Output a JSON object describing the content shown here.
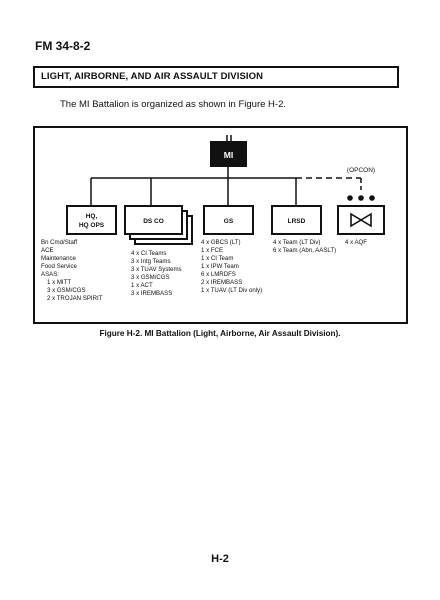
{
  "header": {
    "doc_id": "FM 34-8-2"
  },
  "section": {
    "title": "LIGHT, AIRBORNE, AND AIR ASSAULT DIVISION"
  },
  "intro": "The MI Battalion is organized as shown in Figure H-2.",
  "figure": {
    "top_unit": "MI",
    "opcon_label": "(OPCON)",
    "units": [
      {
        "label_lines": [
          "HQ,",
          "HQ OPS"
        ],
        "details": [
          "Bn Cmd/Staff",
          "ACE",
          "Maintenance",
          "Food Service",
          "ASAS:",
          "  1 x MITT",
          "  3 x GSM/CGS",
          "  2 x TROJAN SPIRIT"
        ]
      },
      {
        "label_lines": [
          "DS CO"
        ],
        "details": [
          "4 x CI Teams",
          "3 x Intg Teams",
          "3 x TUAV Systems",
          "3 x GSM/CGS",
          "1 x ACT",
          "3 x IREMBASS"
        ]
      },
      {
        "label_lines": [
          "GS"
        ],
        "details": [
          "4 x GBCS (LT)",
          "1 x FCE",
          "1 x CI Team",
          "1 x IPW Team",
          "6 x LMRDFS",
          "2 x IREMBASS",
          "1 x TUAV (LT Div only)"
        ]
      },
      {
        "label_lines": [
          "LRSD"
        ],
        "details": [
          "4 x Team (LT Div)",
          "6 x Team (Abn, AASLT)"
        ]
      },
      {
        "label_lines": [],
        "icon": "air-defense-icon",
        "details": [
          "4 x AQF"
        ]
      }
    ],
    "caption": "Figure H-2.  MI Battalion (Light, Airborne, Air Assault Division)."
  },
  "footer": {
    "page_number": "H-2"
  }
}
